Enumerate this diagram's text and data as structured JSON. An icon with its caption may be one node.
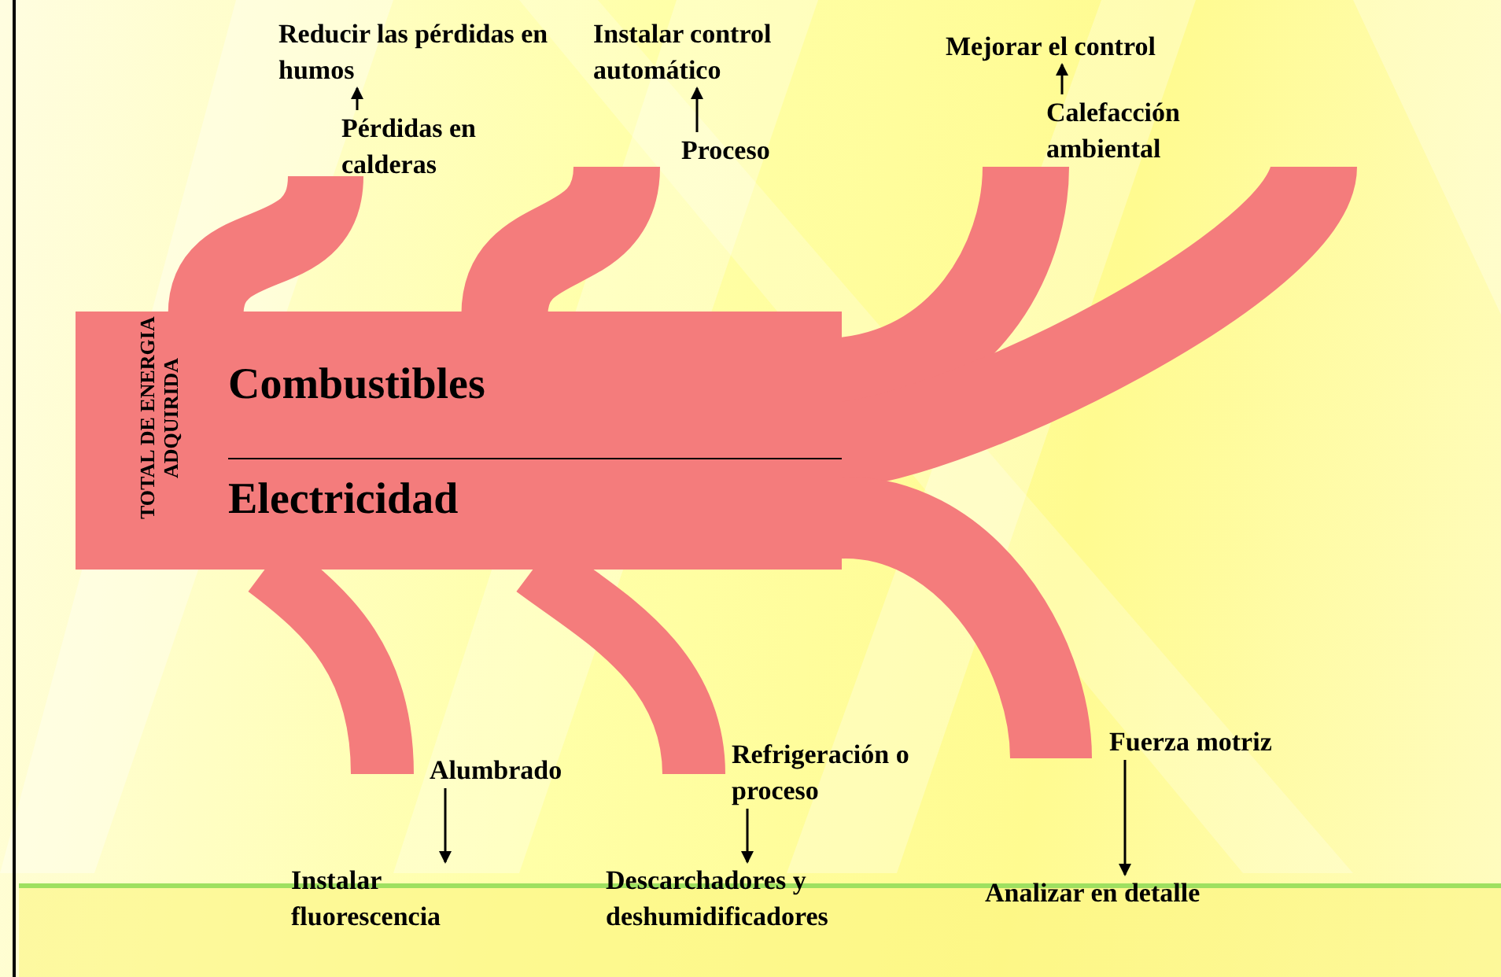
{
  "diagram": {
    "nodes": [
      {
        "text": [
          "TOTAL DE ENERGIA ADQUIRIDA",
          "Combustibles",
          "Electricidad"
        ]
      },
      {
        "text": [
          "Pérdidas en calderas"
        ]
      },
      {
        "text": [
          "Proceso"
        ]
      },
      {
        "text": [
          "Calefacción ambiental"
        ]
      },
      {
        "text": [
          "Alumbrado"
        ]
      },
      {
        "text": [
          "Refrigeración o proceso"
        ]
      },
      {
        "text": [
          "Fuerza motriz"
        ]
      },
      {
        "text": [
          "Reducir las pérdidas en humos"
        ]
      },
      {
        "text": [
          "Instalar control automático"
        ]
      },
      {
        "text": [
          "Mejorar el control"
        ]
      },
      {
        "text": [
          "Instalar fluorescencia"
        ]
      },
      {
        "text": [
          "Descarchadores y deshumidificadores"
        ]
      },
      {
        "text": [
          "Analizar en detalle"
        ]
      }
    ],
    "edges": [
      {
        "from": 0,
        "to": 1,
        "arrow": "none"
      },
      {
        "from": 0,
        "to": 2,
        "arrow": "none"
      },
      {
        "from": 0,
        "to": 3,
        "arrow": "none"
      },
      {
        "from": 0,
        "to": null,
        "arrow": "none"
      },
      {
        "from": 0,
        "to": 4,
        "arrow": "none"
      },
      {
        "from": 0,
        "to": 5,
        "arrow": "none"
      },
      {
        "from": 0,
        "to": 6,
        "arrow": "none"
      },
      {
        "from": 1,
        "to": 7,
        "arrow": "to",
        "color": "#000000"
      },
      {
        "from": 2,
        "to": 8,
        "arrow": "to",
        "color": "#000000"
      },
      {
        "from": 3,
        "to": 9,
        "arrow": "to",
        "color": "#000000"
      },
      {
        "from": 4,
        "to": 10,
        "arrow": "to",
        "color": "#000000"
      },
      {
        "from": 5,
        "to": 11,
        "arrow": "to",
        "color": "#000000"
      },
      {
        "from": 6,
        "to": 12,
        "arrow": "to",
        "color": "#000000"
      }
    ]
  }
}
